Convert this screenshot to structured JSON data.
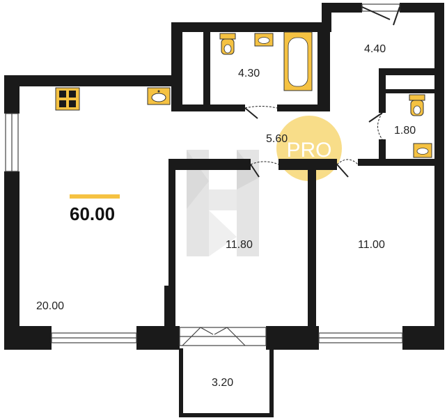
{
  "total_area": "60.00",
  "rooms": {
    "living": "20.00",
    "bathroom": "4.30",
    "hall": "4.40",
    "corridor": "5.60",
    "wc": "1.80",
    "bedroom_left": "11.80",
    "bedroom_right": "11.00",
    "balcony": "3.20"
  },
  "watermark": {
    "text": "PRO"
  },
  "colors": {
    "wall": "#1a1a1a",
    "accent": "#f5c242",
    "fixture_fill": "#f5c242",
    "watermark_circle": "#f7d774",
    "logo_grey": "#c9c9c9"
  },
  "icons": [
    "stove-icon",
    "kitchen-sink-icon",
    "bathtub-icon",
    "toilet-icon",
    "washbasin-icon",
    "door-swing-icon",
    "window-icon"
  ]
}
